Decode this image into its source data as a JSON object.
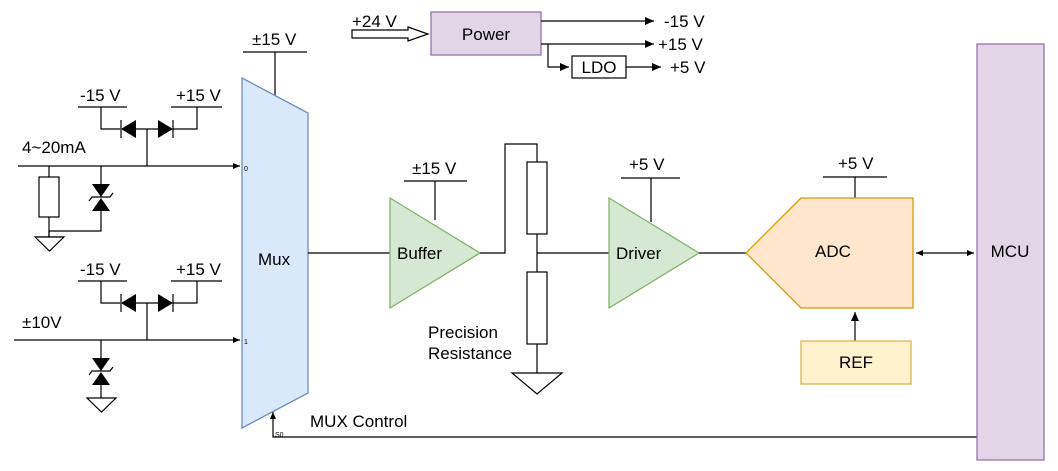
{
  "power": {
    "input_label": "+24 V",
    "block_label": "Power",
    "out1": "-15 V",
    "out2": "+15 V",
    "ldo_label": "LDO",
    "out3": "+5 V"
  },
  "mux": {
    "label": "Mux",
    "supply": "±15 V",
    "pin0": "0",
    "pin1": "1",
    "pin_s0": "S0",
    "control_label": "MUX Control"
  },
  "input1": {
    "label": "4~20mA",
    "neg_supply": "-15 V",
    "pos_supply": "+15 V"
  },
  "input2": {
    "label": "±10V",
    "neg_supply": "-15 V",
    "pos_supply": "+15 V"
  },
  "buffer": {
    "label": "Buffer",
    "supply": "±15 V"
  },
  "precision": {
    "line1": "Precision",
    "line2": "Resistance"
  },
  "driver": {
    "label": "Driver",
    "supply": "+5 V"
  },
  "adc": {
    "label": "ADC",
    "supply": "+5 V"
  },
  "ref": {
    "label": "REF"
  },
  "mcu": {
    "label": "MCU"
  },
  "colors": {
    "power_fill": "#e1d5e7",
    "power_stroke": "#9673a6",
    "mux_fill": "#dae8fc",
    "mux_stroke": "#6c8ebf",
    "amp_fill": "#d5e8d4",
    "amp_stroke": "#82b366",
    "adc_fill": "#ffe6cc",
    "adc_stroke": "#d79b00",
    "ref_fill": "#fff2cc",
    "ref_stroke": "#d6b656",
    "mcu_fill": "#e1d5e7",
    "mcu_stroke": "#9673a6"
  }
}
